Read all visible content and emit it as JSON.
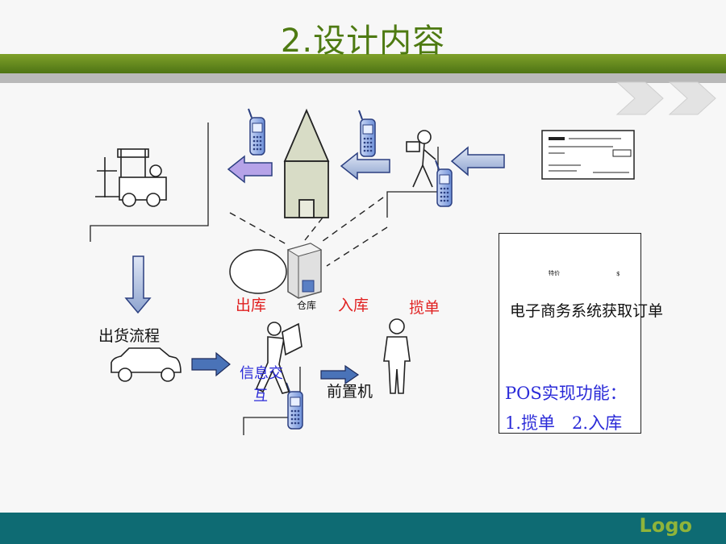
{
  "slide": {
    "title": "2.设计内容",
    "logo": "Logo"
  },
  "labels": {
    "outbound": "出库",
    "warehouse": "仓库",
    "inbound": "入库",
    "pickup": "揽单",
    "shipping_flow": "出货流程",
    "info_exchange_1": "信息交",
    "info_exchange_2": "互",
    "front_machine": "前置机",
    "ecommerce_order": "电子商务系统获取订单",
    "pos_functions": "POS实现功能：",
    "pos_items": "1.揽单　2.入库",
    "tiny_1": "特价",
    "tiny_2": "$"
  },
  "colors": {
    "title": "#4e7a12",
    "accent_red": "#e02020",
    "accent_blue": "#2a2ad8",
    "footer": "#0e6b73",
    "logo": "#8fb43a"
  },
  "icons": [
    "forklift-icon",
    "house-icon",
    "mobile-phone-icon",
    "courier-icon",
    "cheque-icon",
    "server-icon",
    "person-icon",
    "car-icon",
    "worker-icon",
    "chevron-icon"
  ]
}
